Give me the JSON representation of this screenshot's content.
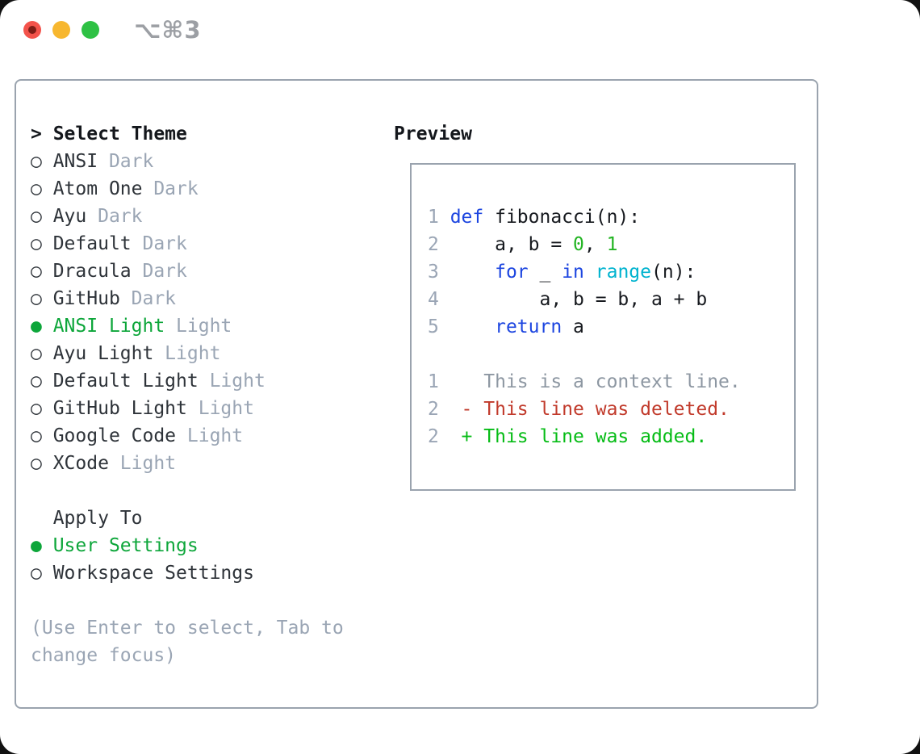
{
  "titlebar": {
    "shortcut": "⌥⌘3"
  },
  "icons": {
    "prompt": ">",
    "radio_selected": "●",
    "radio_unselected": "○"
  },
  "theme_picker": {
    "header": "Select Theme",
    "items": [
      {
        "label": "ANSI",
        "variant": "Dark",
        "selected": false
      },
      {
        "label": "Atom One",
        "variant": "Dark",
        "selected": false
      },
      {
        "label": "Ayu",
        "variant": "Dark",
        "selected": false
      },
      {
        "label": "Default",
        "variant": "Dark",
        "selected": false
      },
      {
        "label": "Dracula",
        "variant": "Dark",
        "selected": false
      },
      {
        "label": "GitHub",
        "variant": "Dark",
        "selected": false
      },
      {
        "label": "ANSI Light",
        "variant": "Light",
        "selected": true
      },
      {
        "label": "Ayu Light",
        "variant": "Light",
        "selected": false
      },
      {
        "label": "Default Light",
        "variant": "Light",
        "selected": false
      },
      {
        "label": "GitHub Light",
        "variant": "Light",
        "selected": false
      },
      {
        "label": "Google Code",
        "variant": "Light",
        "selected": false
      },
      {
        "label": "XCode",
        "variant": "Light",
        "selected": false
      }
    ]
  },
  "apply_to": {
    "header": "Apply To",
    "items": [
      {
        "label": "User Settings",
        "selected": true
      },
      {
        "label": "Workspace Settings",
        "selected": false
      }
    ]
  },
  "help": {
    "lines": [
      "(Use Enter to select, Tab to",
      "change focus)"
    ]
  },
  "preview": {
    "title": "Preview",
    "code_lines": [
      {
        "num": "1",
        "tokens": [
          [
            "def",
            "kw"
          ],
          [
            " fibonacci(n):",
            "fg"
          ]
        ]
      },
      {
        "num": "2",
        "tokens": [
          [
            "    a, b = ",
            "fg"
          ],
          [
            "0",
            "num"
          ],
          [
            ", ",
            "fg"
          ],
          [
            "1",
            "num"
          ]
        ]
      },
      {
        "num": "3",
        "tokens": [
          [
            "    ",
            "fg"
          ],
          [
            "for",
            "kw"
          ],
          [
            " _ ",
            "fg"
          ],
          [
            "in",
            "kw"
          ],
          [
            " ",
            "fg"
          ],
          [
            "range",
            "cyan"
          ],
          [
            "(n):",
            "fg"
          ]
        ]
      },
      {
        "num": "4",
        "tokens": [
          [
            "        a, b = b, a + b",
            "fg"
          ]
        ]
      },
      {
        "num": "5",
        "tokens": [
          [
            "    ",
            "fg"
          ],
          [
            "return",
            "kw"
          ],
          [
            " a",
            "fg"
          ]
        ]
      }
    ],
    "diff_lines": [
      {
        "num": "1",
        "tokens": [
          [
            "   This is a context line.",
            "ctx"
          ]
        ]
      },
      {
        "num": "2",
        "tokens": [
          [
            " - This line was deleted.",
            "del"
          ]
        ]
      },
      {
        "num": "2",
        "tokens": [
          [
            " + This line was added.",
            "add"
          ]
        ]
      }
    ]
  },
  "colors": {
    "page_behind": "#111111",
    "background": "#ffffff",
    "border": "#9aa3ae",
    "ink": "#14171c",
    "label": "#2e3339",
    "muted": "#9aa5b4",
    "accent_green": "#0da63a",
    "code_keyword": "#1c45e0",
    "code_number": "#22b422",
    "code_builtin": "#00b3cf",
    "code_fg": "#16191e",
    "diff_context": "#8d97a2",
    "diff_deleted": "#c13a2b",
    "diff_added": "#05bc15",
    "line_number": "#9aa5b5",
    "titlebar_text": "#9c9fa4",
    "tl_close": "#f3534b",
    "tl_close_dot": "#7e1d16",
    "tl_min": "#f7b72f",
    "tl_zoom": "#2ec144"
  }
}
